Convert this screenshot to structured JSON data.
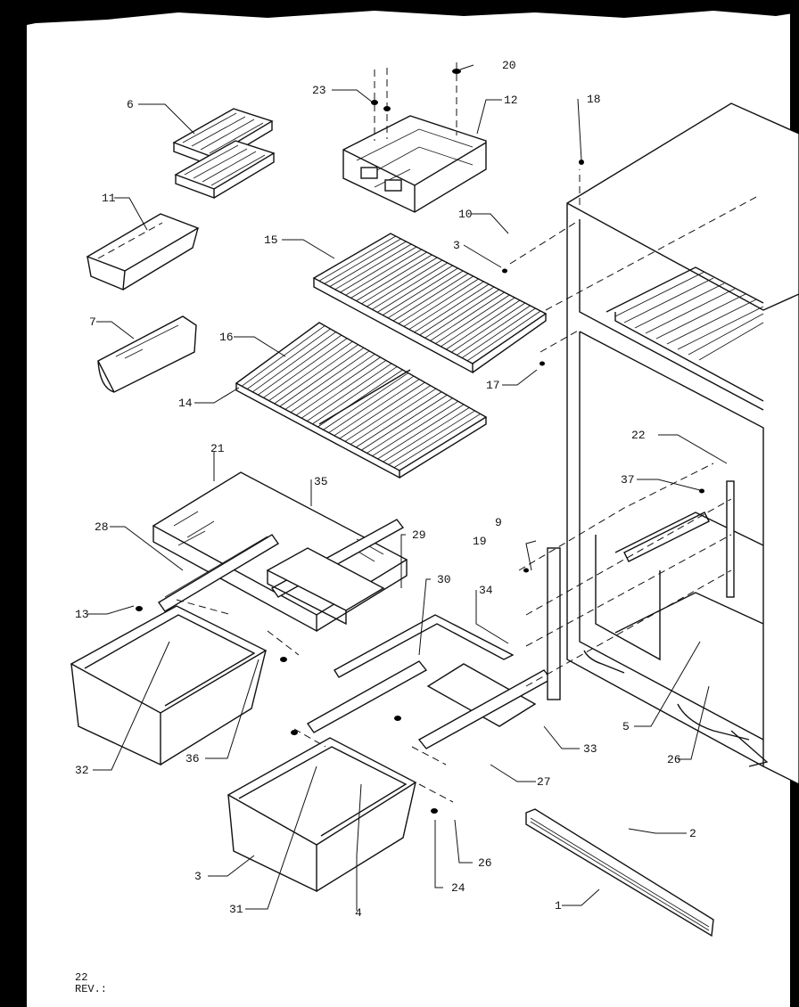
{
  "diagram": {
    "callouts": {
      "c1": "1",
      "c2": "2",
      "c3a": "3",
      "c3b": "3",
      "c4": "4",
      "c5": "5",
      "c6": "6",
      "c7": "7",
      "c9": "9",
      "c10": "10",
      "c11": "11",
      "c12": "12",
      "c13": "13",
      "c14": "14",
      "c15": "15",
      "c16": "16",
      "c17": "17",
      "c18": "18",
      "c19": "19",
      "c20": "20",
      "c21": "21",
      "c22": "22",
      "c23": "23",
      "c24": "24",
      "c26a": "26",
      "c26b": "26",
      "c27": "27",
      "c28": "28",
      "c29": "29",
      "c30": "30",
      "c31": "31",
      "c32": "32",
      "c33": "33",
      "c34": "34",
      "c35": "35",
      "c36": "36",
      "c37": "37"
    },
    "footer": {
      "page": "22",
      "rev": "REV.:"
    }
  }
}
